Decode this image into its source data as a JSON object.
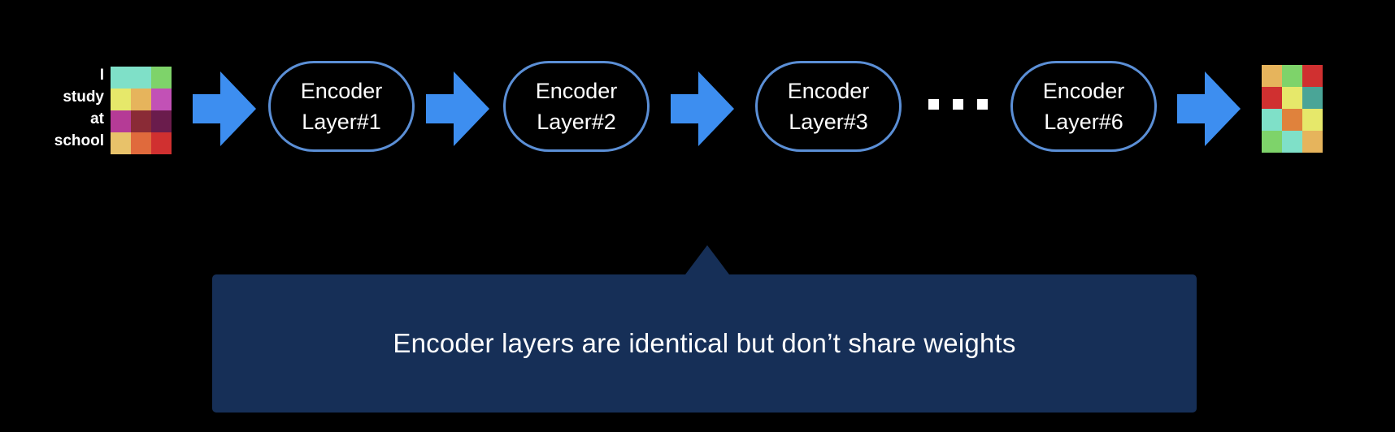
{
  "input": {
    "tokens": [
      "I",
      "study",
      "at",
      "school"
    ],
    "grid_colors": [
      [
        "#7fe0c8",
        "#7fe0c8",
        "#7ed36a"
      ],
      [
        "#e6e86a",
        "#e6b45c",
        "#c251b6"
      ],
      [
        "#b53b96",
        "#8a2b36",
        "#6a1c4c"
      ],
      [
        "#e8c26a",
        "#e06a3c",
        "#d03030"
      ]
    ]
  },
  "encoders": [
    {
      "line1": "Encoder",
      "line2": "Layer#1"
    },
    {
      "line1": "Encoder",
      "line2": "Layer#2"
    },
    {
      "line1": "Encoder",
      "line2": "Layer#3"
    },
    {
      "line1": "Encoder",
      "line2": "Layer#6"
    }
  ],
  "output": {
    "grid_colors": [
      [
        "#e6b45c",
        "#7ed36a",
        "#d03030"
      ],
      [
        "#d03030",
        "#e6e86a",
        "#4aa597"
      ],
      [
        "#7fe0c8",
        "#e0823c",
        "#e6e86a"
      ],
      [
        "#7ed36a",
        "#7fe0c8",
        "#e6b45c"
      ]
    ]
  },
  "callout": {
    "text": "Encoder layers are identical but don’t share weights"
  },
  "colors": {
    "arrow": "#3d8ef0",
    "encoder_border": "#5b8fd6",
    "callout_bg": "#162f57"
  }
}
